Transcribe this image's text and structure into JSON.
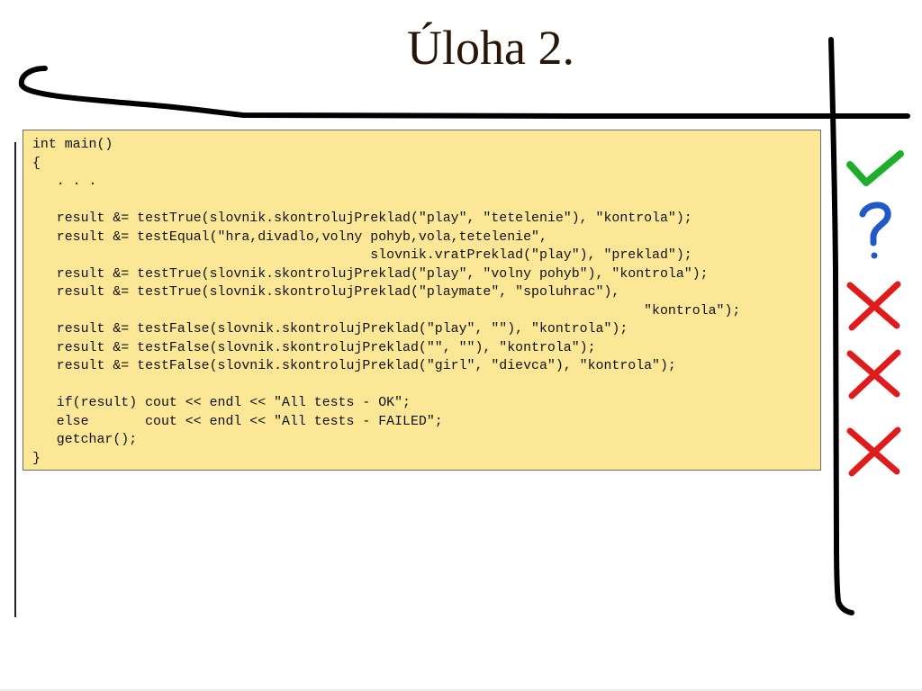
{
  "slide": {
    "title": "Úloha 2.",
    "code_lines": [
      "int main()",
      "{",
      "   . . .",
      "",
      "   result &= testTrue(slovnik.skontrolujPreklad(\"play\", \"tetelenie\"), \"kontrola\");",
      "   result &= testEqual(\"hra,divadlo,volny pohyb,vola,tetelenie\",",
      "                                          slovnik.vratPreklad(\"play\"), \"preklad\");",
      "   result &= testTrue(slovnik.skontrolujPreklad(\"play\", \"volny pohyb\"), \"kontrola\");",
      "   result &= testTrue(slovnik.skontrolujPreklad(\"playmate\", \"spoluhrac\"),",
      "                                                                            \"kontrola\");",
      "   result &= testFalse(slovnik.skontrolujPreklad(\"play\", \"\"), \"kontrola\");",
      "   result &= testFalse(slovnik.skontrolujPreklad(\"\", \"\"), \"kontrola\");",
      "   result &= testFalse(slovnik.skontrolujPreklad(\"girl\", \"dievca\"), \"kontrola\");",
      "",
      "   if(result) cout << endl << \"All tests - OK\";",
      "   else       cout << endl << \"All tests - FAILED\";",
      "   getchar();",
      "}"
    ],
    "result_marks": [
      {
        "icon": "check-icon",
        "color": "#1fae2c"
      },
      {
        "icon": "question-icon",
        "color": "#2058c8"
      },
      {
        "icon": "cross-icon",
        "color": "#e01b1b"
      },
      {
        "icon": "cross-icon",
        "color": "#e01b1b"
      },
      {
        "icon": "cross-icon",
        "color": "#e01b1b"
      }
    ]
  }
}
